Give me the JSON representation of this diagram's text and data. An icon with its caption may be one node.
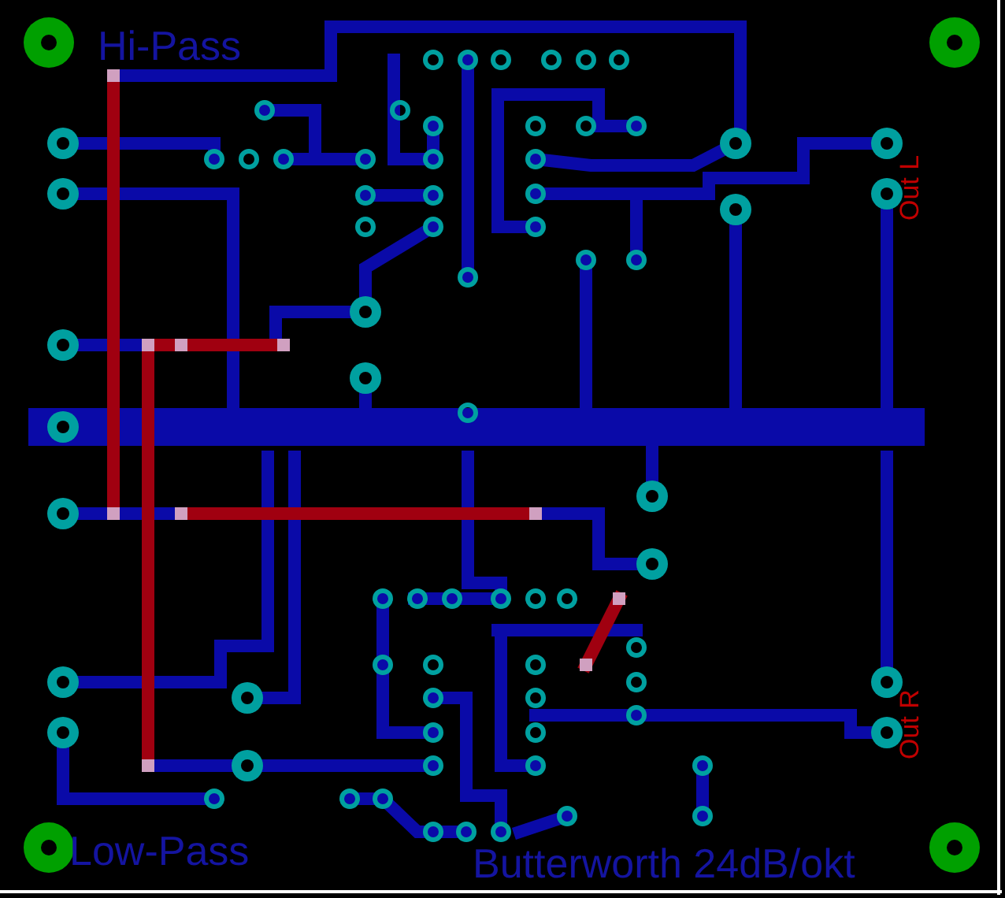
{
  "diagram": {
    "labels": [
      "Hi-Pass",
      "Out L",
      "Out R",
      "Low-Pass",
      "Butterworth 24dB/okt"
    ]
  }
}
